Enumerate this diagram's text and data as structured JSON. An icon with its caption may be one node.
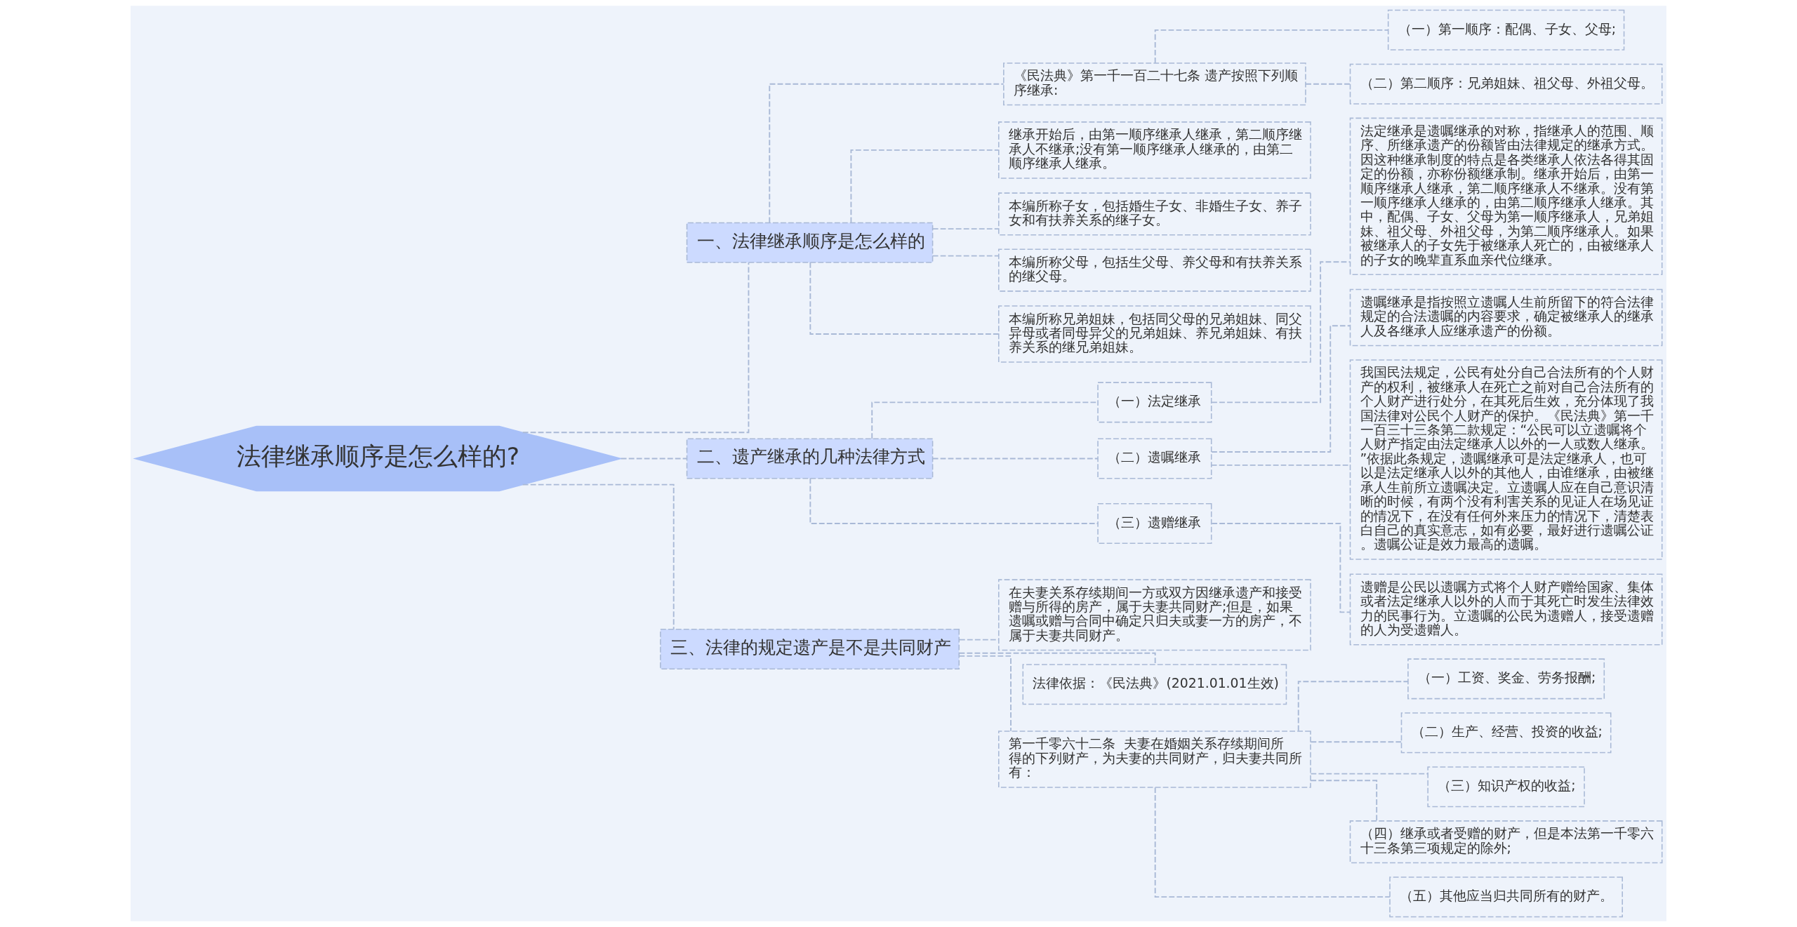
{
  "diagram": {
    "nodes": [
      {
        "text": [
          "法律继承顺序是怎么样的?"
        ]
      },
      {
        "text": [
          "一、法律继承顺序是怎么样的"
        ]
      },
      {
        "text": [
          "《民法典》第一千一百二十七条 遗产按照下列顺序继承:"
        ]
      },
      {
        "text": [
          "（一）第一顺序：配偶、子女、父母;"
        ]
      },
      {
        "text": [
          "（二）第二顺序：兄弟姐妹、祖父母、外祖父母。"
        ]
      },
      {
        "text": [
          "继承开始后，由第一顺序继承人继承，第二顺序继承人不继承;没有第一顺序继承人继承的，由第二顺序继承人继承。"
        ]
      },
      {
        "text": [
          "本编所称子女，包括婚生子女、非婚生子女、养子女和有扶养关系的继子女。"
        ]
      },
      {
        "text": [
          "本编所称父母，包括生父母、养父母和有扶养关系的继父母。"
        ]
      },
      {
        "text": [
          "本编所称兄弟姐妹，包括同父母的兄弟姐妹、同父异母或者同母异父的兄弟姐妹、养兄弟姐妹、有扶养关系的继兄弟姐妹。"
        ]
      },
      {
        "text": [
          "二、遗产继承的几种法律方式"
        ]
      },
      {
        "text": [
          "（一）法定继承"
        ]
      },
      {
        "text": [
          "法定继承是遗嘱继承的对称，指继承人的范围、顺序、所继承遗产的份额皆由法律规定的继承方式。因这种继承制度的特点是各类继承人依法各得其固定的份额，亦称份额继承制。继承开始后，由第一顺序继承人继承，第二顺序继承人不继承。没有第一顺序继承人继承的，由第二顺序继承人继承。其中，配偶、子女、父母为第一顺序继承人，兄弟姐妹、祖父母、外祖父母，为第二顺序继承人。如果被继承人的子女先于被继承人死亡的，由被继承人的子女的晚辈直系血亲代位继承。"
        ]
      },
      {
        "text": [
          "（二）遗嘱继承"
        ]
      },
      {
        "text": [
          "遗嘱继承是指按照立遗嘱人生前所留下的符合法律规定的合法遗嘱的内容要求，确定被继承人的继承人及各继承人应继承遗产的份额。"
        ]
      },
      {
        "text": [
          "我国民法规定，公民有处分自己合法所有的个人财产的权利，被继承人在死亡之前对自己合法所有的个人财产进行处分，在其死后生效，充分体现了我国法律对公民个人财产的保护。《民法典》第一千一百三十三条第二款规定：“公民可以立遗嘱将个人财产指定由法定继承人以外的一人或数人继承。”依据此条规定，遗嘱继承可是法定继承人，也可以是法定继承人以外的其他人，由谁继承，由被继承人生前所立遗嘱决定。立遗嘱人应在自己意识清晰的时候，有两个没有利害关系的见证人在场见证的情况下，在没有任何外来压力的情况下，清楚表白自己的真实意志，如有必要，最好进行遗嘱公证。遗嘱公证是效力最高的遗嘱。"
        ]
      },
      {
        "text": [
          "（三）遗赠继承"
        ]
      },
      {
        "text": [
          "遗赠是公民以遗嘱方式将个人财产赠给国家、集体或者法定继承人以外的人而于其死亡时发生法律效力的民事行为。立遗嘱的公民为遗赠人，接受遗赠的人为受遗赠人。"
        ]
      },
      {
        "text": [
          "三、法律的规定遗产是不是共同财产"
        ]
      },
      {
        "text": [
          "在夫妻关系存续期间一方或双方因继承遗产和接受赠与所得的房产，属于夫妻共同财产;但是，如果遗嘱或赠与合同中确定只归夫或妻一方的房产，不属于夫妻共同财产。"
        ]
      },
      {
        "text": [
          "法律依据：《民法典》(2021.01.01生效)"
        ]
      },
      {
        "text": [
          "第一千零六十二条  夫妻在婚姻关系存续期间所得的下列财产，为夫妻的共同财产，归夫妻共同所有："
        ]
      },
      {
        "text": [
          "（一）工资、奖金、劳务报酬;"
        ]
      },
      {
        "text": [
          "（二）生产、经营、投资的收益;"
        ]
      },
      {
        "text": [
          "（三）知识产权的收益;"
        ]
      },
      {
        "text": [
          "（四）继承或者受赠的财产，但是本法第一千零六十三条第三项规定的除外;"
        ]
      },
      {
        "text": [
          "（五）其他应当归共同所有的财产。"
        ]
      }
    ],
    "edges": [
      {
        "from": 0,
        "to": 1,
        "arrow": "none"
      },
      {
        "from": 1,
        "to": 2,
        "arrow": "none"
      },
      {
        "from": 2,
        "to": 3,
        "arrow": "none"
      },
      {
        "from": 2,
        "to": 4,
        "arrow": "none"
      },
      {
        "from": 1,
        "to": 5,
        "arrow": "none"
      },
      {
        "from": 1,
        "to": 6,
        "arrow": "none"
      },
      {
        "from": 1,
        "to": 7,
        "arrow": "none"
      },
      {
        "from": 1,
        "to": 8,
        "arrow": "none"
      },
      {
        "from": 0,
        "to": 9,
        "arrow": "none"
      },
      {
        "from": 9,
        "to": 10,
        "arrow": "none"
      },
      {
        "from": 10,
        "to": 11,
        "arrow": "none"
      },
      {
        "from": 9,
        "to": 12,
        "arrow": "none"
      },
      {
        "from": 12,
        "to": 13,
        "arrow": "none"
      },
      {
        "from": 12,
        "to": 14,
        "arrow": "none"
      },
      {
        "from": 9,
        "to": 15,
        "arrow": "none"
      },
      {
        "from": 15,
        "to": 16,
        "arrow": "none"
      },
      {
        "from": 0,
        "to": 17,
        "arrow": "none"
      },
      {
        "from": 17,
        "to": 18,
        "arrow": "none"
      },
      {
        "from": 17,
        "to": 19,
        "arrow": "none"
      },
      {
        "from": 17,
        "to": 20,
        "arrow": "none"
      },
      {
        "from": 20,
        "to": 21,
        "arrow": "none"
      },
      {
        "from": 20,
        "to": 22,
        "arrow": "none"
      },
      {
        "from": 20,
        "to": 23,
        "arrow": "none"
      },
      {
        "from": 20,
        "to": 24,
        "arrow": "none"
      },
      {
        "from": 20,
        "to": 25,
        "arrow": "none"
      }
    ]
  }
}
